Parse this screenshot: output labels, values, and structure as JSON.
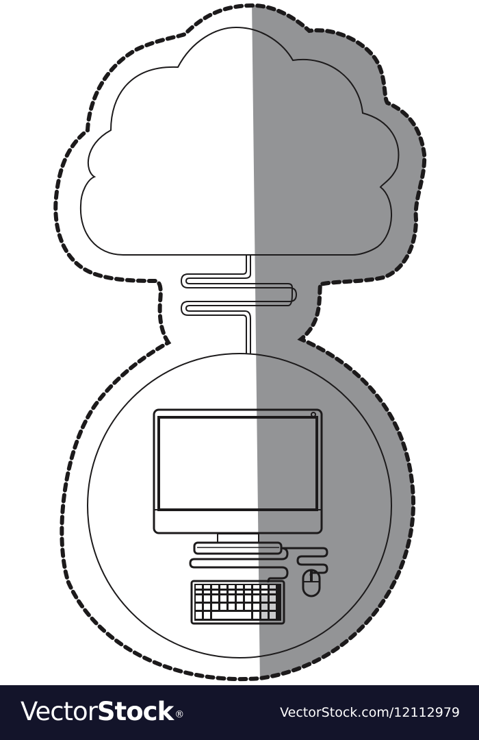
{
  "illustration": {
    "subject": "cloud computing sticker: cloud connected by cable to desktop computer",
    "elements": [
      "dashed-cut-outline",
      "cloud-icon",
      "zigzag-cable",
      "circle-frame",
      "monitor",
      "keyboard",
      "mouse"
    ],
    "colors": {
      "background": "#ffffff",
      "shadow": "#939496",
      "stroke": "#1c1a1b"
    }
  },
  "footer": {
    "brand_light": "Vector",
    "brand_bold": "Stock",
    "brand_mark": "®",
    "url": "VectorStock.com/12112979",
    "background": "#13142a"
  }
}
